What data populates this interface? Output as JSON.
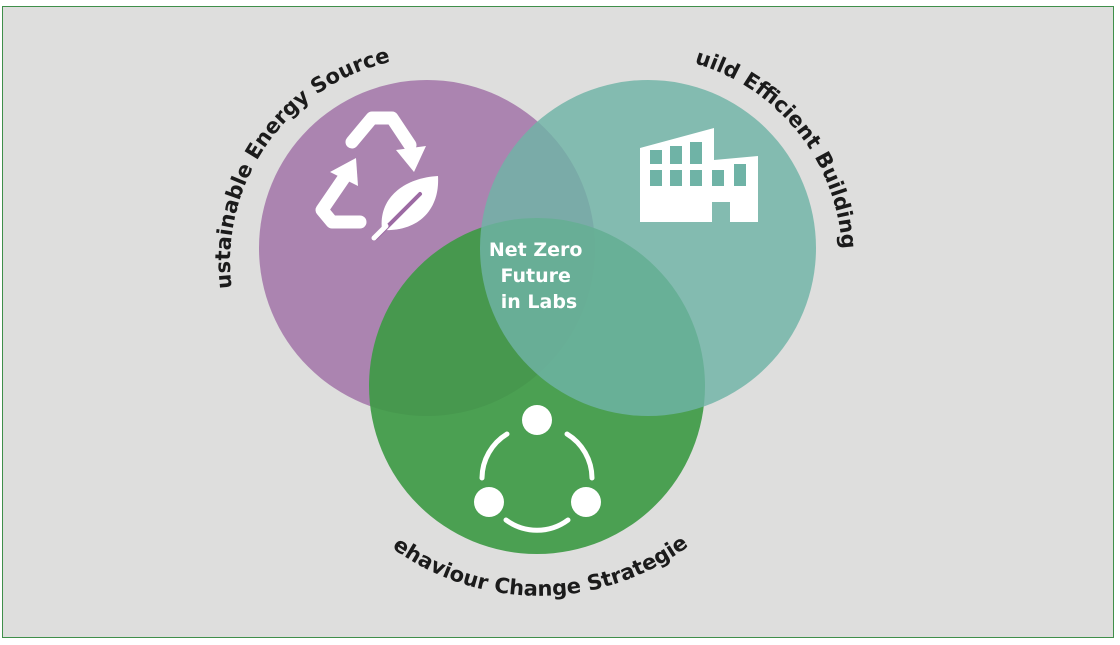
{
  "diagram": {
    "center_label_lines": [
      "Net Zero",
      "Future",
      "in Labs"
    ],
    "circles": [
      {
        "id": "energy",
        "label": "Sustainable Energy Sources",
        "color": "#9c6aa3",
        "icon": "recycle-leaf-icon"
      },
      {
        "id": "buildings",
        "label": "Build Efficient Buildings",
        "color": "#6fb3a6",
        "icon": "building-icon"
      },
      {
        "id": "behaviour",
        "label": "Behaviour Change Strategies",
        "color": "#3e9a45",
        "icon": "cycle-people-icon"
      }
    ],
    "background_color": "#dededd",
    "border_color": "#3f8f4a"
  }
}
